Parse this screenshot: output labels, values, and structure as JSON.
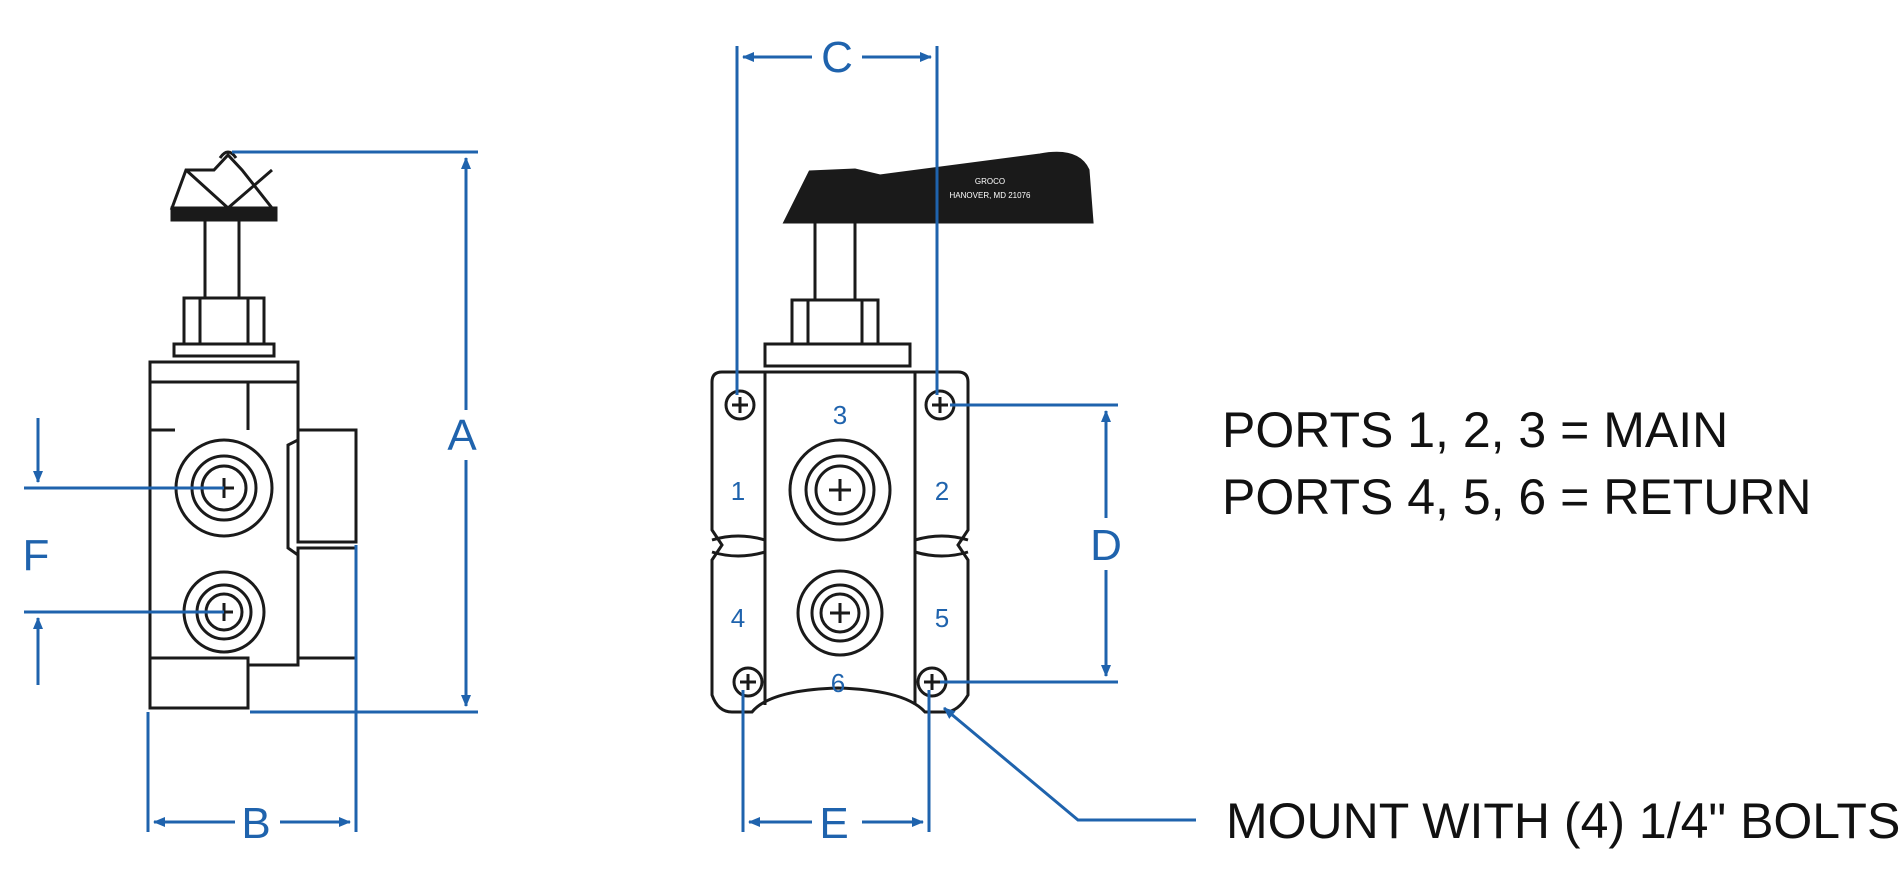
{
  "colors": {
    "dimension": "#1f63ad",
    "outline": "#1a1a1a",
    "body_fill": "#ffffff",
    "handle_fill": "#1a1a1a",
    "text": "#111111"
  },
  "dimensions": {
    "A": "A",
    "B": "B",
    "C": "C",
    "D": "D",
    "E": "E",
    "F": "F"
  },
  "ports": {
    "p1": "1",
    "p2": "2",
    "p3": "3",
    "p4": "4",
    "p5": "5",
    "p6": "6"
  },
  "handle_engraving": {
    "line1": "GROCO",
    "line2": "HANOVER, MD 21076"
  },
  "notes": {
    "line1": "PORTS 1, 2, 3 = MAIN",
    "line2": "PORTS 4, 5, 6 = RETURN",
    "mount": "MOUNT WITH (4) 1/4\" BOLTS"
  }
}
